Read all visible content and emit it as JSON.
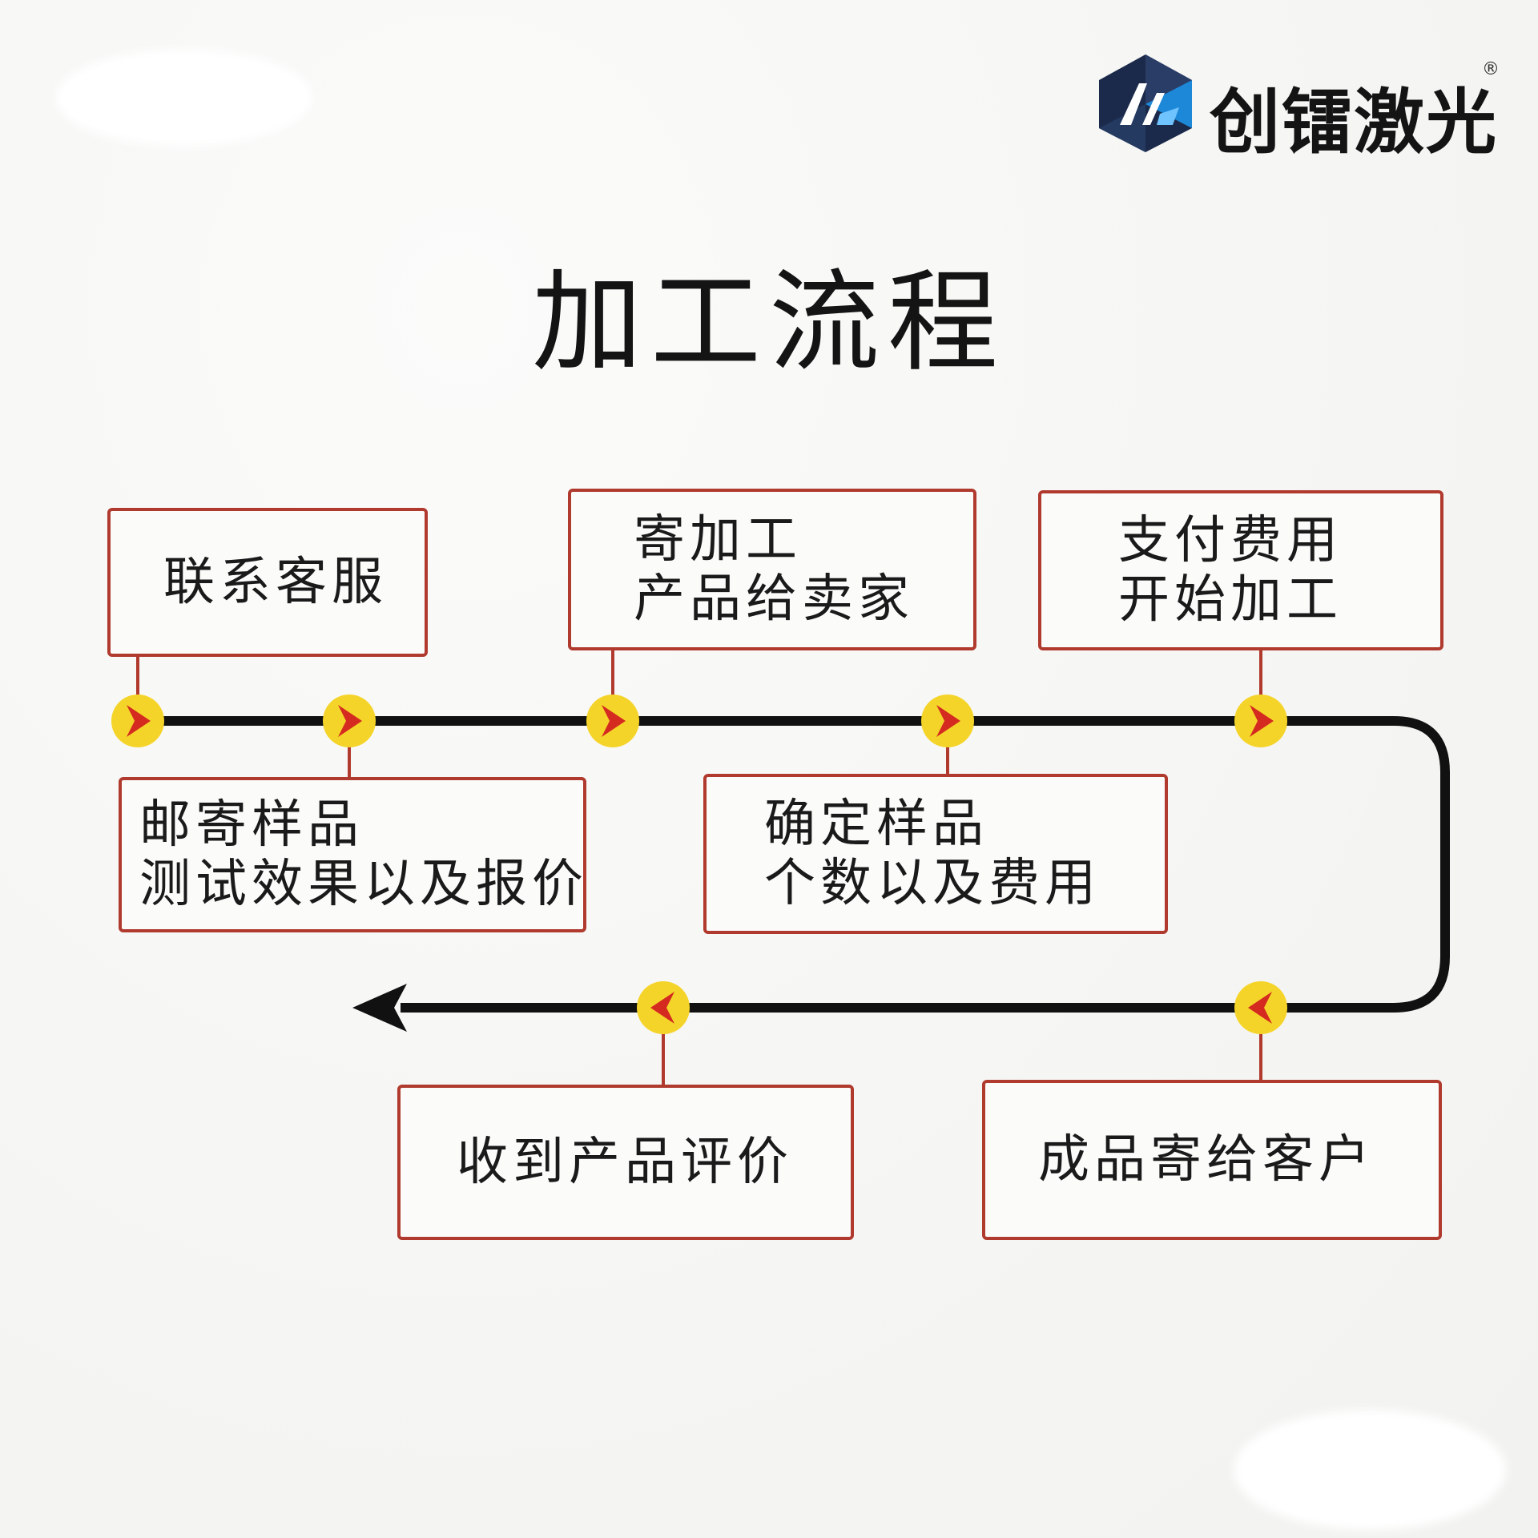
{
  "brand": {
    "name": "创镭激光",
    "registered_mark": "®"
  },
  "title": "加工流程",
  "steps": [
    {
      "id": "contact",
      "lines": [
        "联系客服"
      ]
    },
    {
      "id": "mail-sample",
      "lines": [
        "邮寄样品",
        "测试效果以及报价"
      ]
    },
    {
      "id": "send-product",
      "lines": [
        "寄加工",
        "产品给卖家"
      ]
    },
    {
      "id": "confirm-sample",
      "lines": [
        "确定样品",
        "个数以及费用"
      ]
    },
    {
      "id": "pay-start",
      "lines": [
        "支付费用",
        "开始加工"
      ]
    },
    {
      "id": "ship-finished",
      "lines": [
        "成品寄给客户"
      ]
    },
    {
      "id": "receive-review",
      "lines": [
        "收到产品评价"
      ]
    }
  ],
  "colors": {
    "box_border": "#b03a2e",
    "connector": "#b03a2e",
    "flow_line": "#111111",
    "marker_fill": "#f5d42a",
    "marker_arrow": "#d42a1f",
    "logo_dark": "#1b2a4a",
    "logo_blue": "#1e88d8"
  },
  "icons": {
    "logo": "hexagon-logo-icon",
    "marker_forward": "chevron-right-icon",
    "marker_back": "chevron-left-icon",
    "end": "arrowhead-left-icon"
  }
}
